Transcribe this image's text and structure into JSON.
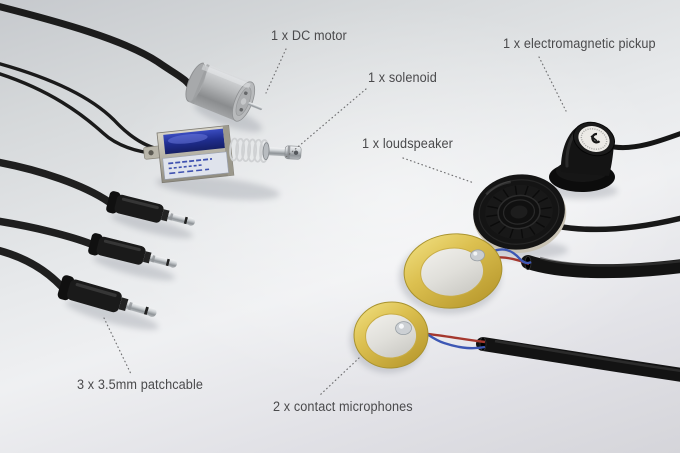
{
  "photo": {
    "description": "Flat-lay product photo of an electronic sound-hardware kit on a light gray background",
    "palette": {
      "background": "#e8eaec",
      "label_text": "#4a4a4c",
      "leader_dots": "#707072",
      "piezo_gold": "#dcc050",
      "coil_blue": "#1f2d8e",
      "wire_red": "#a5382e",
      "wire_blue": "#3d57b4",
      "cable_black": "#1a1a1a",
      "metal_silver": "#cfd3d6"
    }
  },
  "annotations": [
    {
      "id": "dc-motor",
      "text": "1 x DC motor"
    },
    {
      "id": "solenoid",
      "text": "1 x solenoid"
    },
    {
      "id": "electromagnetic-pickup",
      "text": "1 x electromagnetic pickup"
    },
    {
      "id": "loudspeaker",
      "text": "1 x loudspeaker"
    },
    {
      "id": "patchcable",
      "text": "3 x 3.5mm patchcable"
    },
    {
      "id": "contact-microphones",
      "text": "2 x contact microphones"
    }
  ],
  "components": [
    {
      "name": "DC motor",
      "quantity": 1
    },
    {
      "name": "solenoid",
      "quantity": 1
    },
    {
      "name": "electromagnetic pickup",
      "quantity": 1
    },
    {
      "name": "loudspeaker",
      "quantity": 1
    },
    {
      "name": "3.5mm patchcable",
      "quantity": 3
    },
    {
      "name": "contact microphones",
      "quantity": 2
    }
  ]
}
